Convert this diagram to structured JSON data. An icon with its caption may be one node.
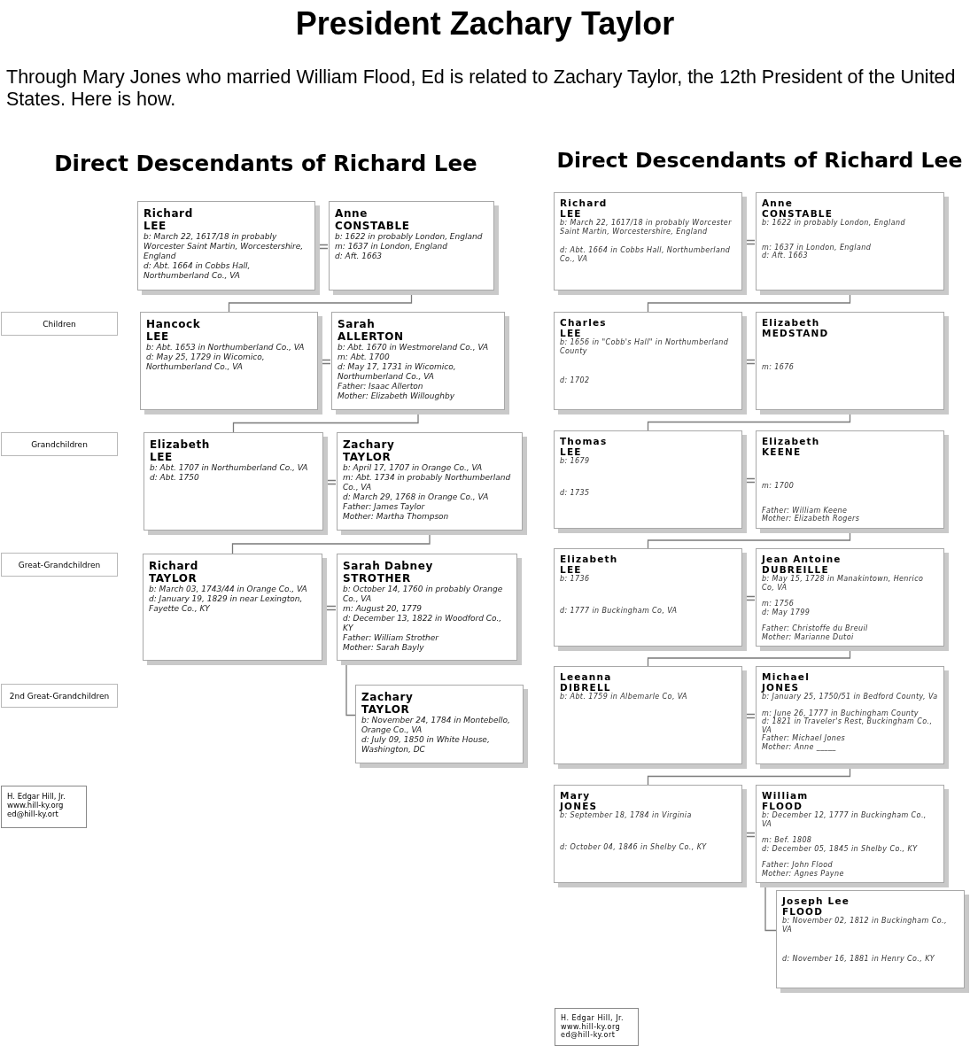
{
  "diagram": {
    "title": "President Zachary Taylor",
    "nodes": [
      {
        "text": [
          "Richard",
          "LEE",
          "b: March 22, 1617/18 in probably Worcester Saint Martin, Worcestershire, England",
          "d: Abt. 1664 in Cobbs Hall, Northumberland Co., VA"
        ]
      },
      {
        "text": [
          "Anne",
          "CONSTABLE",
          "b: 1622 in probably London, England",
          "m: 1637 in London, England",
          "d: Aft. 1663"
        ]
      },
      {
        "text": [
          "Children"
        ]
      },
      {
        "text": [
          "Hancock",
          "LEE",
          "b: Abt. 1653 in Northumberland Co., VA",
          "d: May 25, 1729 in Wicomico, Northumberland Co., VA"
        ]
      },
      {
        "text": [
          "Sarah",
          "ALLERTON",
          "b: Abt. 1670 in Westmoreland Co., VA",
          "m: Abt. 1700",
          "d: May 17, 1731 in Wicomico, Northumberland Co., VA",
          "Father: Isaac Allerton",
          "Mother: Elizabeth Willoughby"
        ]
      },
      {
        "text": [
          "Grandchildren"
        ]
      },
      {
        "text": [
          "Elizabeth",
          "LEE",
          "b: Abt. 1707 in Northumberland Co., VA",
          "d: Abt. 1750"
        ]
      },
      {
        "text": [
          "Zachary",
          "TAYLOR",
          "b: April 17, 1707 in Orange Co., VA",
          "m: Abt. 1734 in probably Northumberland Co., VA",
          "d: March 29, 1768 in Orange Co., VA",
          "Father: James Taylor",
          "Mother: Martha Thompson"
        ]
      },
      {
        "text": [
          "Great-Grandchildren"
        ]
      },
      {
        "text": [
          "Richard",
          "TAYLOR",
          "b: March 03, 1743/44 in Orange Co., VA",
          "d: January 19, 1829 in near Lexington, Fayette Co., KY"
        ]
      },
      {
        "text": [
          "Sarah Dabney",
          "STROTHER",
          "b: October 14, 1760 in probably Orange Co., VA",
          "m: August 20, 1779",
          "d: December 13, 1822 in Woodford Co., KY",
          "Father: William Strother",
          "Mother: Sarah Bayly"
        ]
      },
      {
        "text": [
          "2nd Great-Grandchildren"
        ]
      },
      {
        "text": [
          "Zachary",
          "TAYLOR",
          "b: November 24, 1784 in Montebello, Orange Co., VA",
          "d: July 09, 1850 in White House, Washington, DC"
        ]
      },
      {
        "text": [
          "H. Edgar Hill, Jr.",
          "www.hill-ky.org",
          "ed@hill-ky.ort"
        ]
      },
      {
        "text": [
          "Richard",
          "LEE",
          "b: March 22, 1617/18 in probably Worcester Saint Martin, Worcestershire, England",
          "d: Abt. 1664 in Cobbs Hall, Northumberland Co., VA"
        ]
      },
      {
        "text": [
          "Anne",
          "CONSTABLE",
          "b: 1622 in probably London, England",
          "m: 1637 in London, England",
          "d: Aft. 1663"
        ]
      },
      {
        "text": [
          "Charles",
          "LEE",
          "b: 1656 in \"Cobb's Hall\" in Northumberland County",
          "d: 1702"
        ]
      },
      {
        "text": [
          "Elizabeth",
          "MEDSTAND",
          "m: 1676"
        ]
      },
      {
        "text": [
          "Thomas",
          "LEE",
          "b: 1679",
          "d: 1735"
        ]
      },
      {
        "text": [
          "Elizabeth",
          "KEENE",
          "m: 1700",
          "Father: William Keene",
          "Mother: Elizabeth Rogers"
        ]
      },
      {
        "text": [
          "Elizabeth",
          "LEE",
          "b: 1736",
          "d: 1777 in Buckingham Co, VA"
        ]
      },
      {
        "text": [
          "Jean Antoine",
          "DUBREILLE",
          "b: May 15, 1728 in Manakintown, Henrico Co, VA",
          "m: 1756",
          "d: May 1799",
          "Father: Christoffe du Breuil",
          "Mother: Marianne Dutoi"
        ]
      },
      {
        "text": [
          "Leeanna",
          "DIBRELL",
          "b: Abt. 1759 in Albemarle Co, VA"
        ]
      },
      {
        "text": [
          "Michael",
          "JONES",
          "b: January 25, 1750/51 in Bedford County, Va",
          "m: June 26, 1777 in Buchingham County",
          "d: 1821 in Traveler's Rest, Buckingham Co., VA",
          "Father: Michael Jones",
          "Mother: Anne _____"
        ]
      },
      {
        "text": [
          "Mary",
          "JONES",
          "b: September 18, 1784 in Virginia",
          "d: October 04, 1846 in Shelby Co., KY"
        ]
      },
      {
        "text": [
          "William",
          "FLOOD",
          "b: December 12, 1777 in Buckingham Co., VA",
          "m: Bef. 1808",
          "d: December 05, 1845 in Shelby Co., KY",
          "Father: John Flood",
          "Mother: Agnes Payne"
        ]
      },
      {
        "text": [
          "Joseph Lee",
          "FLOOD",
          "b: November 02, 1812 in Buckingham Co., VA",
          "d: November 16, 1881 in Henry Co., KY"
        ]
      },
      {
        "text": [
          "H. Edgar Hill, Jr.",
          "www.hill-ky.org",
          "ed@hill-ky.ort"
        ]
      }
    ],
    "edges": [
      {
        "from": 0,
        "to": 1,
        "arrow": "none"
      },
      {
        "from": 1,
        "to": 3,
        "arrow": "none"
      },
      {
        "from": 3,
        "to": 4,
        "arrow": "none"
      },
      {
        "from": 4,
        "to": 6,
        "arrow": "none"
      },
      {
        "from": 6,
        "to": 7,
        "arrow": "none"
      },
      {
        "from": 7,
        "to": 9,
        "arrow": "none"
      },
      {
        "from": 9,
        "to": 10,
        "arrow": "none"
      },
      {
        "from": 10,
        "to": 12,
        "arrow": "none"
      },
      {
        "from": 14,
        "to": 15,
        "arrow": "none"
      },
      {
        "from": 15,
        "to": 16,
        "arrow": "none"
      },
      {
        "from": 16,
        "to": 17,
        "arrow": "none"
      },
      {
        "from": 17,
        "to": 18,
        "arrow": "none"
      },
      {
        "from": 18,
        "to": 19,
        "arrow": "none"
      },
      {
        "from": 19,
        "to": 20,
        "arrow": "none"
      },
      {
        "from": 20,
        "to": 21,
        "arrow": "none"
      },
      {
        "from": 21,
        "to": 22,
        "arrow": "none"
      },
      {
        "from": 22,
        "to": 23,
        "arrow": "none"
      },
      {
        "from": 23,
        "to": 24,
        "arrow": "none"
      },
      {
        "from": 24,
        "to": 25,
        "arrow": "none"
      },
      {
        "from": 25,
        "to": 26,
        "arrow": "none"
      }
    ],
    "labels": [
      "Through Mary Jones who married William Flood, Ed is related to Zachary Taylor, the 12th President of the United States.  Here is how.",
      "Direct Descendants of Richard Lee",
      "Direct Descendants of Richard Lee"
    ]
  }
}
